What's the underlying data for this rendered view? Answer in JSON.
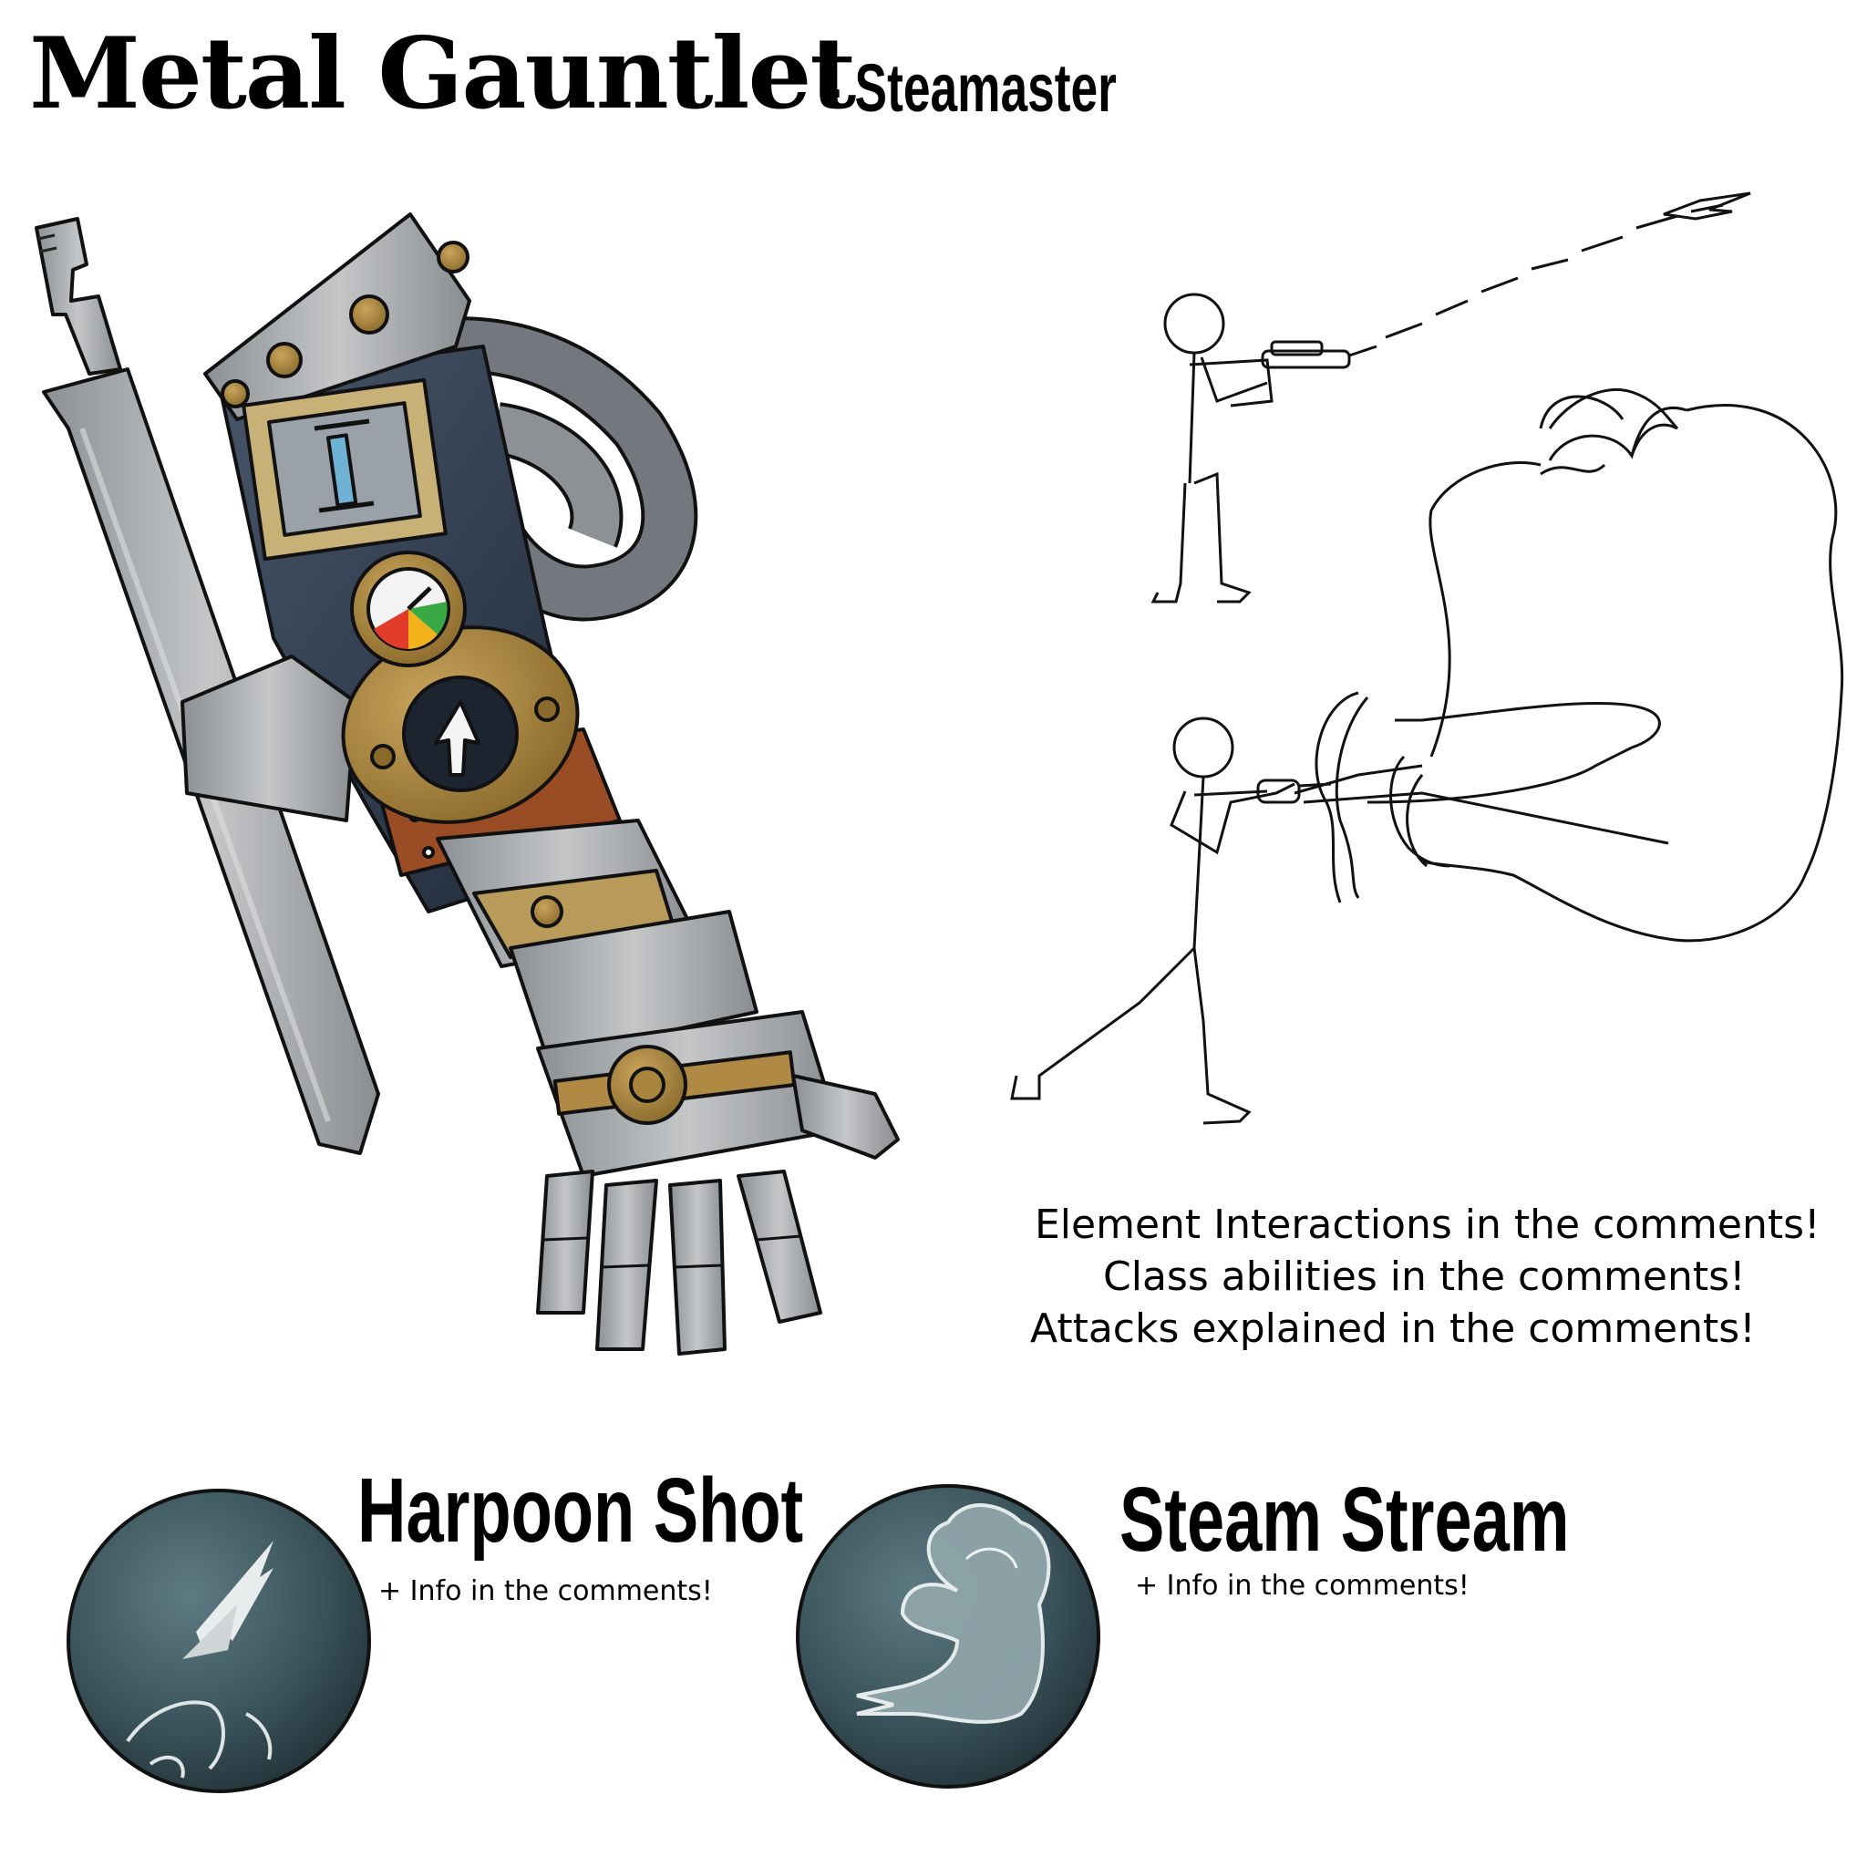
{
  "header": {
    "title": "Metal Gauntlet",
    "subtitle": "- Steamaster"
  },
  "notes": {
    "line1": "Element Interactions in the comments!",
    "line2": "Class abilities in the comments!",
    "line3": "Attacks explained in the comments!"
  },
  "abilities": [
    {
      "name": "Harpoon Shot",
      "info": "+ Info in the comments!"
    },
    {
      "name": "Steam Stream",
      "info": "+ Info in the comments!"
    }
  ],
  "colors": {
    "steel": "#a9abae",
    "steel_dark": "#6f7378",
    "brass": "#a8843d",
    "navy": "#2d3a4d",
    "leather": "#9a4d24",
    "icon_bg": "#3f5a63"
  }
}
